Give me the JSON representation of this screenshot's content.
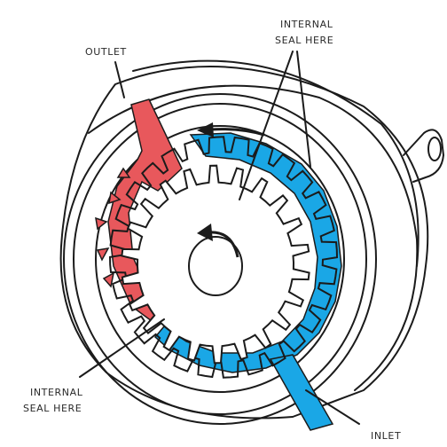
{
  "labels": {
    "outlet": "OUTLET",
    "internal_seal_top_line1": "INTERNAL",
    "internal_seal_top_line2": "SEAL HERE",
    "internal_seal_bottom_line1": "INTERNAL",
    "internal_seal_bottom_line2": "SEAL HERE",
    "inlet": "INLET"
  },
  "colors": {
    "outlet_fluid": "#e8585c",
    "inlet_fluid": "#1aa7e6",
    "outline": "#1b1b1b"
  },
  "gears": {
    "outer_gear_teeth": 28,
    "inner_gear_teeth": 22
  }
}
